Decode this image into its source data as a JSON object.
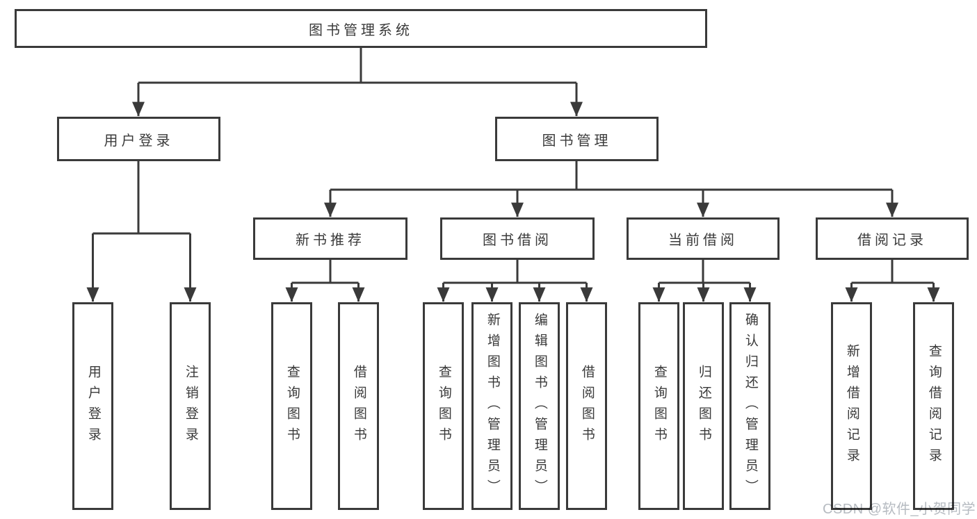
{
  "diagram": {
    "root": {
      "label": "图书管理系统"
    },
    "user_login": {
      "label": "用户登录",
      "children": [
        {
          "label": "用户登录"
        },
        {
          "label": "注销登录"
        }
      ]
    },
    "book_mgmt": {
      "label": "图书管理",
      "children": [
        {
          "label": "新书推荐",
          "children": [
            {
              "label": "查询图书"
            },
            {
              "label": "借阅图书"
            }
          ]
        },
        {
          "label": "图书借阅",
          "children": [
            {
              "label": "查询图书"
            },
            {
              "label": "新增图书（管理员）"
            },
            {
              "label": "编辑图书（管理员）"
            },
            {
              "label": "借阅图书"
            }
          ]
        },
        {
          "label": "当前借阅",
          "children": [
            {
              "label": "查询图书"
            },
            {
              "label": "归还图书"
            },
            {
              "label": "确认归还（管理员）"
            }
          ]
        },
        {
          "label": "借阅记录",
          "children": [
            {
              "label": "新增借阅记录"
            },
            {
              "label": "查询借阅记录"
            }
          ]
        }
      ]
    }
  },
  "watermark": {
    "text": "CSDN @软件_小贺同学"
  },
  "colors": {
    "line": "#3a3a3a",
    "text": "#3a3a3a",
    "watermark": "#b6bbc1",
    "background": "#ffffff"
  }
}
